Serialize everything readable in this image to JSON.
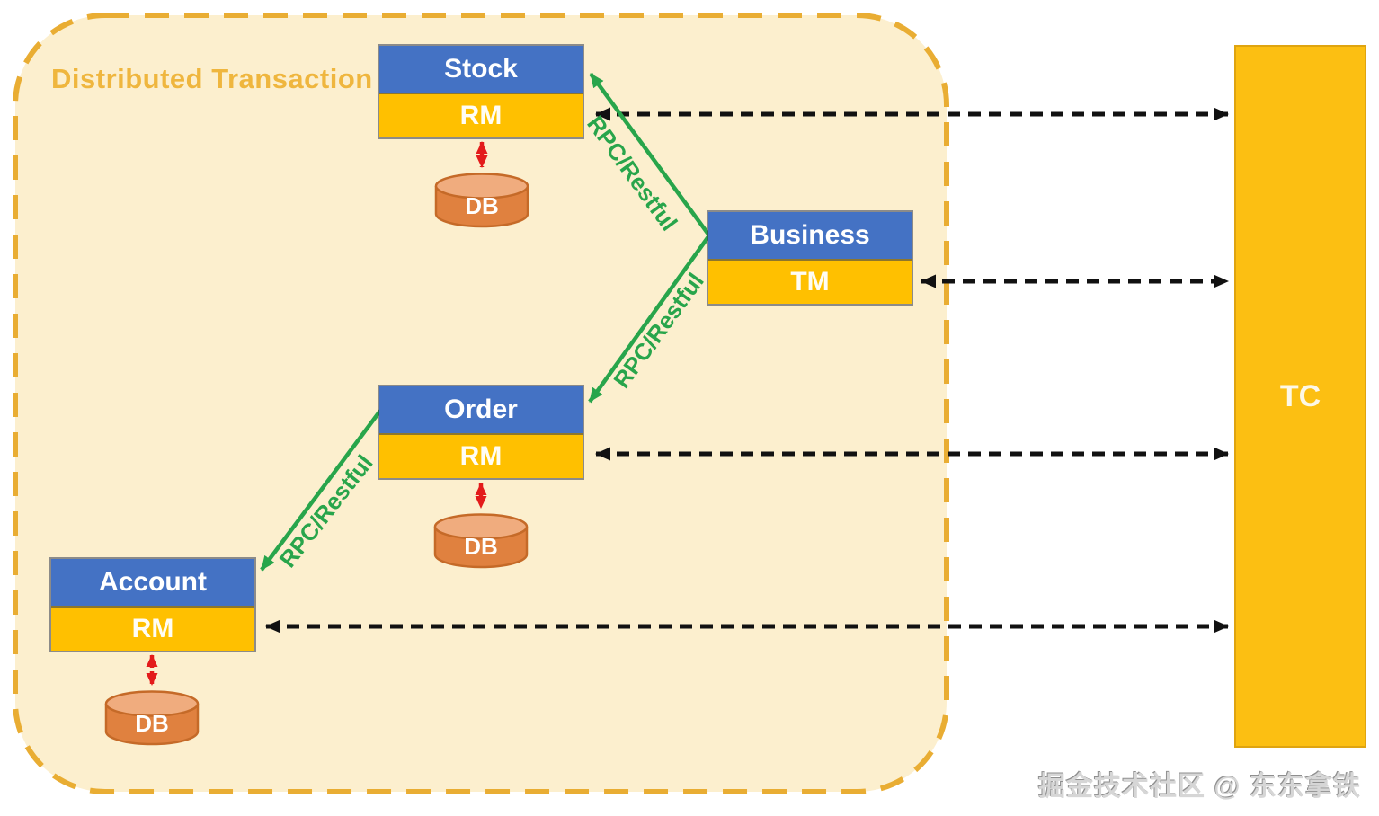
{
  "title": "Distributed Transaction",
  "watermark": "掘金技术社区 @ 东东拿铁",
  "coordinator": {
    "label": "TC"
  },
  "services": [
    {
      "name": "Stock",
      "role": "RM",
      "db": "DB"
    },
    {
      "name": "Business",
      "role": "TM"
    },
    {
      "name": "Order",
      "role": "RM",
      "db": "DB"
    },
    {
      "name": "Account",
      "role": "RM",
      "db": "DB"
    }
  ],
  "connections": {
    "rpc_label": "RPC/Restful",
    "rpc_edges": [
      {
        "from": "Business",
        "to": "Stock"
      },
      {
        "from": "Business",
        "to": "Order"
      },
      {
        "from": "Order",
        "to": "Account"
      }
    ],
    "tc_edges": [
      "Stock.RM",
      "Business.TM",
      "Order.RM",
      "Account.RM"
    ],
    "db_edges": [
      "Stock.RM",
      "Order.RM",
      "Account.RM"
    ]
  },
  "colors": {
    "service_header_blue": "#4472C4",
    "rm_tm_gold": "#FFC000",
    "tc_gold": "#FCBF12",
    "boundary_fill_cream": "#FCEFCE",
    "boundary_dash_gold": "#E9AD33",
    "title_gold": "#EFB63E",
    "rpc_green": "#28A54B",
    "db_arrow_red": "#E31B1B",
    "tc_arrow_black": "#111111",
    "db_orange_body": "#E0813F",
    "db_orange_top": "#F0AC7E",
    "db_orange_border": "#C56A28"
  }
}
